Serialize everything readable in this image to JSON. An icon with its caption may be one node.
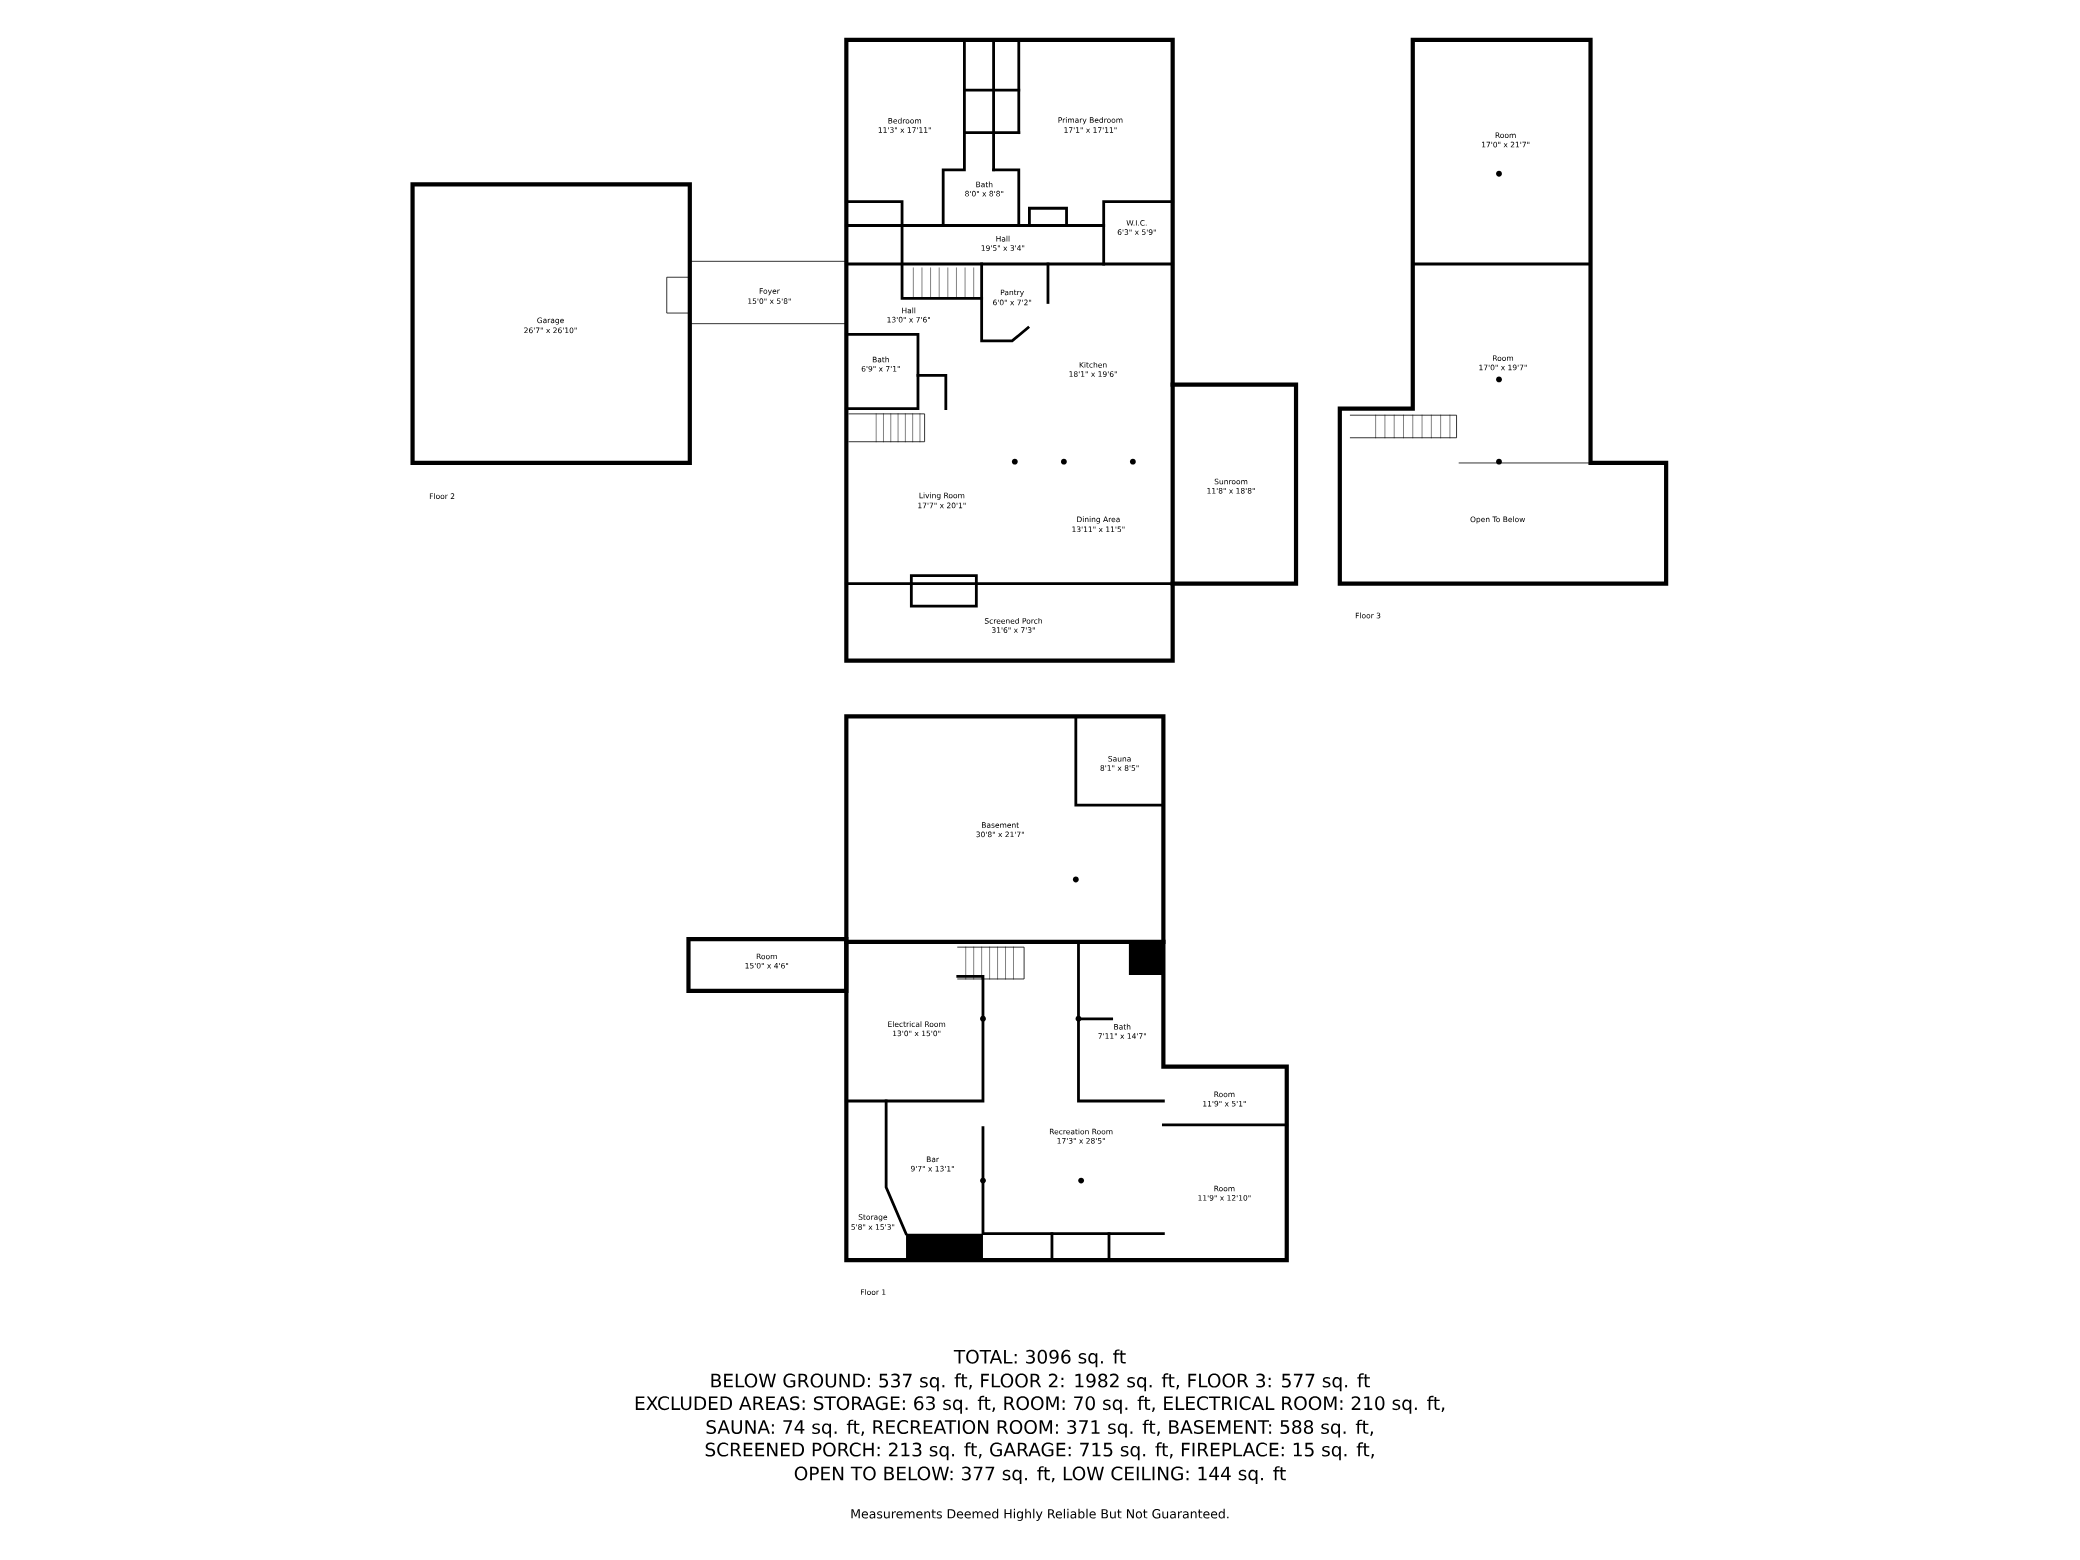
{
  "diagram": {
    "labels": [
      "Bedroom",
      "11'3\" x 17'11\"",
      "Primary Bedroom",
      "17'1\" x 17'11\"",
      "Bath",
      "8'0\" x 8'8\"",
      "Hall",
      "19'5\" x 3'4\"",
      "W.I.C.",
      "6'3\" x 5'9\"",
      "Garage",
      "26'7\" x 26'10\"",
      "Foyer",
      "15'0\" x 5'8\"",
      "Pantry",
      "6'0\" x 7'2\"",
      "Hall",
      "13'0\" x 7'6\"",
      "Kitchen",
      "18'1\" x 19'6\"",
      "Bath",
      "6'9\" x 7'1\"",
      "Sunroom",
      "11'8\" x 18'8\"",
      "Living Room",
      "17'7\" x 20'1\"",
      "Dining Area",
      "13'11\" x 11'5\"",
      "Screened Porch",
      "31'6\" x 7'3\"",
      "Floor 2",
      "Room",
      "17'0\" x 21'7\"",
      "Room",
      "17'0\" x 19'7\"",
      "Open To Below",
      "Floor 3",
      "Sauna",
      "8'1\" x 8'5\"",
      "Basement",
      "30'8\" x 21'7\"",
      "Room",
      "15'0\" x 4'6\"",
      "Electrical Room",
      "13'0\" x 15'0\"",
      "Bath",
      "7'11\" x 14'7\"",
      "Room",
      "11'9\" x 5'1\"",
      "Recreation Room",
      "17'3\" x 28'5\"",
      "Bar",
      "9'7\" x 13'1\"",
      "Room",
      "11'9\" x 12'10\"",
      "Storage",
      "5'8\" x 15'3\"",
      "Floor 1",
      "TOTAL: 3096 sq. ft",
      "BELOW GROUND: 537 sq. ft, FLOOR 2: 1982 sq. ft, FLOOR 3: 577 sq. ft",
      "EXCLUDED AREAS: STORAGE: 63 sq. ft, ROOM: 70 sq. ft, ELECTRICAL ROOM: 210 sq. ft,",
      "SAUNA: 74 sq. ft, RECREATION ROOM: 371 sq. ft, BASEMENT: 588 sq. ft,",
      "SCREENED PORCH: 213 sq. ft, GARAGE: 715 sq. ft, FIREPLACE: 15 sq. ft,",
      "OPEN TO BELOW: 377 sq. ft, LOW CEILING: 144 sq. ft",
      "Measurements Deemed Highly Reliable But Not Guaranteed."
    ]
  }
}
